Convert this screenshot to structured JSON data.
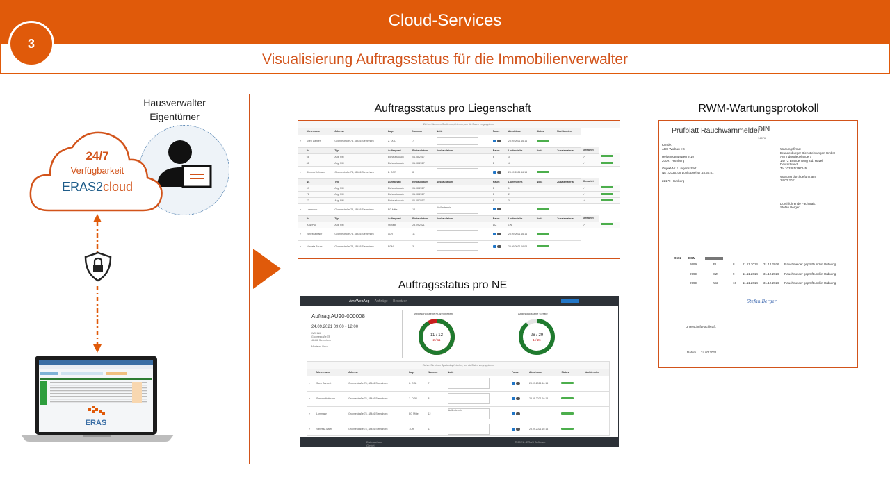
{
  "header": {
    "title": "Cloud-Services",
    "step_number": "3",
    "subtitle": "Visualisierung Auftragsstatus für die Immobilienverwalter"
  },
  "left": {
    "persona_line1": "Hausverwalter",
    "persona_line2": "Eigentümer",
    "availability": "24/7",
    "availability_label": "Verfügbarkeit",
    "product_prefix": "ERAS2",
    "product_suffix": "cloud",
    "laptop_logo": "ERAS"
  },
  "panel_liegenschaft": {
    "title": "Auftragsstatus pro Liegenschaft",
    "group_hint": "Ziehen Sie einen Spaltenkopf hierher, um die Daten zu gruppieren",
    "columns": [
      "Mietername",
      "Adresse",
      "Lage",
      "Nummer",
      "Notiz",
      "Fotos",
      "Abschluss",
      "Status",
      "Nachtermine"
    ],
    "sub_columns": [
      "Nr.",
      "Typ",
      "Auftragsart",
      "Einbaudatum",
      "Ausbaudatum",
      "Raum",
      "Laufende Nr.",
      "Notiz",
      "Zusatzmaterial",
      "Gewartet",
      "Status"
    ],
    "rows": [
      {
        "name": "Sven Dankert",
        "address": "Grohnestraße 78, 48446 Stemnhorn",
        "lage": "2. OGL",
        "nummer": "7",
        "abschluss": "23.09.2021 16:14",
        "sub": [
          [
            "66",
            "Allg. RM",
            "Eichaustausch",
            "01.08.2017",
            "",
            "B",
            "3"
          ],
          [
            "48",
            "Allg. RM",
            "Eichaustausch",
            "01.08.2017",
            "",
            "B",
            "4"
          ]
        ]
      },
      {
        "name": "Simona Hofmann",
        "address": "Grohnestraße 78, 48446 Stemnhorn",
        "lage": "2. OGR",
        "nummer": "8",
        "abschluss": "23.09.2021 16:14",
        "sub": [
          [
            "69",
            "Allg. RM",
            "Eichaustausch",
            "01.08.2017",
            "",
            "B",
            "1"
          ],
          [
            "71",
            "Allg. RM",
            "Eichaustausch",
            "01.08.2017",
            "",
            "B",
            "2"
          ],
          [
            "72",
            "Allg. RM",
            "Eichaustausch",
            "01.08.2017",
            "",
            "B",
            "3"
          ]
        ]
      },
      {
        "name": "Lommann",
        "address": "Grohnestraße 78, 48446 Stemnhorn",
        "lage": "EG Mitte",
        "nummer": "12",
        "abschluss": "",
        "note": "Außentermin",
        "sub": [
          [
            "HAWP18",
            "Allg. RM",
            "Storage",
            "23.09.2021",
            "",
            "WZ",
            "1W"
          ]
        ]
      },
      {
        "name": "Vanessa Baier",
        "address": "Grohnestraße 78, 48446 Stemnhorn",
        "lage": "1OR",
        "nummer": "11",
        "abschluss": "23.09.2021 16:14",
        "sub": []
      },
      {
        "name": "Marcela Bauer",
        "address": "Grohnestraße 78, 48446 Stemnhorn",
        "lage": "EGM",
        "nummer": "3",
        "abschluss": "23.09.2021 16:08",
        "sub": []
      }
    ]
  },
  "panel_ne": {
    "title": "Auftragsstatus pro NE",
    "app_name": "AmeWebApp",
    "nav_items": [
      "Aufträge",
      "Benutzer"
    ],
    "auftrag_title": "Auftrag AU20-000008",
    "auftrag_time": "24.09.2021 09:00 - 12:00",
    "auftrag_lines": [
      "WOHN6",
      "Grohnestraße 78",
      "48446 Stemnhorn"
    ],
    "auftrag_contact": "Monteur: Ulrich",
    "gauge1": {
      "label": "Abgeschlossene Nutzeinheiten",
      "value": "11 / 12",
      "sub": "2 / 11",
      "fraction": 0.917
    },
    "gauge2": {
      "label": "Abgeschlossene Geräte",
      "value": "26 / 29",
      "sub": "1 / 26",
      "fraction": 0.897
    },
    "group_hint": "Ziehen Sie einen Spaltenkopf hierher, um die Daten zu gruppieren",
    "columns": [
      "Mietername",
      "Adresse",
      "Lage",
      "Nummer",
      "Notiz",
      "Fotos",
      "Abschluss",
      "Status",
      "Nachtermine"
    ],
    "rows": [
      {
        "name": "Sven Dankert",
        "address": "Grohnestraße 78, 48446 Stemnhorn",
        "lage": "2. OGL",
        "nummer": "7",
        "abschluss": "23.09.2021 16:14",
        "note": ""
      },
      {
        "name": "Simona Hofmann",
        "address": "Grohnestraße 78, 48446 Stemnhorn",
        "lage": "2. OGR",
        "nummer": "8",
        "abschluss": "23.09.2021 16:14",
        "note": ""
      },
      {
        "name": "Lommann",
        "address": "Grohnestraße 78, 48446 Stemnhorn",
        "lage": "EG Mitte",
        "nummer": "12",
        "abschluss": "",
        "note": "Außentermin"
      },
      {
        "name": "Vanessa Baier",
        "address": "Grohnestraße 78, 48446 Stemnhorn",
        "lage": "1OR",
        "nummer": "11",
        "abschluss": "23.09.2021 16:14",
        "note": ""
      }
    ],
    "footer_left": "Datenschutz",
    "footer_right": "© 2021 - ERAS Software GmbH"
  },
  "panel_rwm": {
    "title": "RWM-Wartungsprotokoll",
    "doc_title": "Prüfblatt Rauchwarnmelder",
    "din": "DIN",
    "din_number": "14676",
    "kunde_label": "Kunde:",
    "kunde": "ABC Wolbau eG",
    "kunde_addr1": "Heidenkampsweg 8-10",
    "kunde_addr2": "20097 Hamburg",
    "objekt_label": "Objekt-Nr. / Liegenschaft",
    "objekt": "NE 22035108 Lohkoppel 47,48,50,51",
    "objekt_city": "22179 Hamburg",
    "firma_label": "Wartungsfirma:",
    "firma_lines": [
      "Brandenburger Dienstleistungen GmbH",
      "Am Industriegelände 7",
      "14772 Brandenburg a.d. Havel",
      "Deutschland",
      "Tel.: 03381/797245"
    ],
    "wartung_label": "Wartung durchgeführt am:",
    "wartung_date": "24.02.2021",
    "fachkraft_label": "Durchführende Fachkraft:",
    "fachkraft": "Stefan Berger",
    "unit_code": "0602",
    "unit_name": "EGM",
    "entries": [
      {
        "nr": "9999",
        "room": "FL",
        "count": "8",
        "d1": "11.11.2014",
        "d2": "31.12.2026",
        "text": "Rauchmelder geprüft und in Ordnung"
      },
      {
        "nr": "9999",
        "room": "SZ",
        "count": "9",
        "d1": "11.11.2014",
        "d2": "31.12.2026",
        "text": "Rauchmelder geprüft und in Ordnung"
      },
      {
        "nr": "9999",
        "room": "WZ",
        "count": "10",
        "d1": "11.11.2014",
        "d2": "31.12.2026",
        "text": "Rauchmelder geprüft und in Ordnung"
      }
    ],
    "signature": "Stefan Berger",
    "sig_label": "Unterschrift Fachkraft:",
    "datum_label": "Datum",
    "datum": "24.02.2021"
  },
  "colors": {
    "accent": "#e05a0a",
    "brand_blue": "#1f5d8a",
    "status_green": "#4cae4c",
    "gauge_red": "#c81e1e",
    "gauge_green": "#1f7a2e"
  }
}
